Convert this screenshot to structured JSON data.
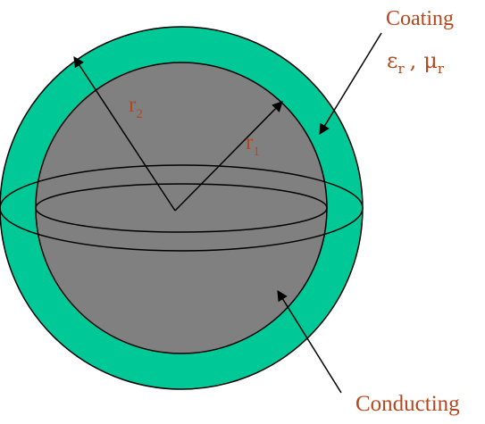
{
  "labels": {
    "coating": "Coating",
    "conducting": "Conducting",
    "radius_outer": {
      "main": "r",
      "sub": "2"
    },
    "radius_inner": {
      "main": "r",
      "sub": "1"
    },
    "permittivity": {
      "main": "ε",
      "sub": "r"
    },
    "separator": ",",
    "permeability": {
      "main": "μ",
      "sub": "r"
    }
  },
  "colors": {
    "coating_fill": "#00c896",
    "conductor_fill": "#808080",
    "outline": "#000000",
    "label_text": "#b5471c",
    "background": "#ffffff"
  }
}
